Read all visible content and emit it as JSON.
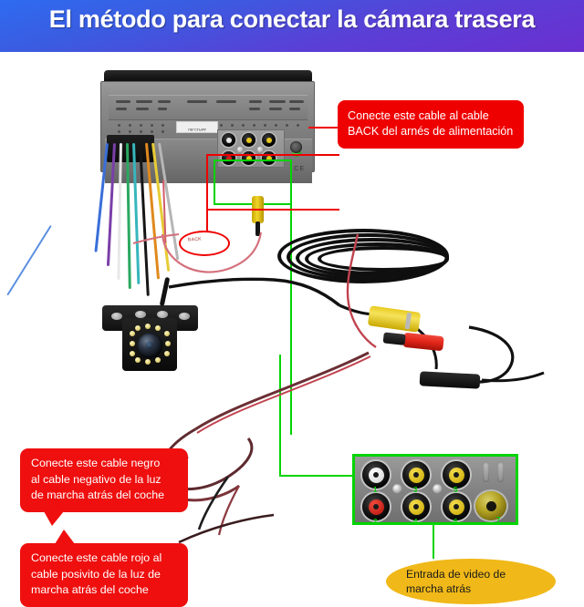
{
  "header": {
    "title": "El método para conectar la cámara trasera",
    "gradient_from": "#2e6bf0",
    "gradient_to": "#6a2fcf",
    "text_color": "#ffffff"
  },
  "colors": {
    "callout_red": "#ef0000",
    "callout_yellow": "#f0b818",
    "highlight_green": "#00d400",
    "text_white": "#ffffff",
    "text_dark": "#1a1a1a"
  },
  "callouts": {
    "back_wire": {
      "line1": "Conecte este cable al cable",
      "line2": "BACK del arnés de alimentación",
      "style": "red-box",
      "position": "top-right"
    },
    "black_wire": {
      "line1": "Conecte este cable negro",
      "line2": "al cable negativo de la luz",
      "line3": "de marcha atrás del coche",
      "style": "red-bubble",
      "position": "bottom-left-upper"
    },
    "red_wire": {
      "line1": "Conecte este cable rojo al",
      "line2": "cable posivito de la luz de",
      "line3": "marcha atrás del coche",
      "style": "red-bubble",
      "position": "bottom-left-lower"
    },
    "video_input": {
      "line1": "Entrada de video de",
      "line2": "marcha atrás",
      "style": "yellow-ellipse",
      "position": "bottom-right"
    }
  },
  "head_unit": {
    "label_text": "UB-CLPAA",
    "ce_mark": "CE",
    "rca_block_label": "rca-jack-block"
  },
  "rca_inset": {
    "jack_numbers": [
      "1",
      "2",
      "3",
      "4",
      "5",
      "6",
      "7"
    ],
    "top_row": [
      {
        "num": "1",
        "color": "white"
      },
      {
        "num": "3",
        "color": "yellow"
      },
      {
        "num": "5",
        "color": "yellow"
      }
    ],
    "bottom_row": [
      {
        "num": "2",
        "color": "red"
      },
      {
        "num": "4",
        "color": "yellow"
      },
      {
        "num": "6",
        "color": "yellow"
      }
    ],
    "gold_connector": {
      "num": "7",
      "color": "gold"
    }
  },
  "parts": {
    "head_unit": "car-stereo-head-unit",
    "backup_camera": "rear-view-backup-camera",
    "extension_cable": "video-extension-cable-coil",
    "yellow_rca_connector": "yellow-rca-video-connector",
    "red_power_connector": "red-power-barrel-connector",
    "inline_module": "inline-control-module",
    "wiring_harness": "power-wiring-harness"
  }
}
